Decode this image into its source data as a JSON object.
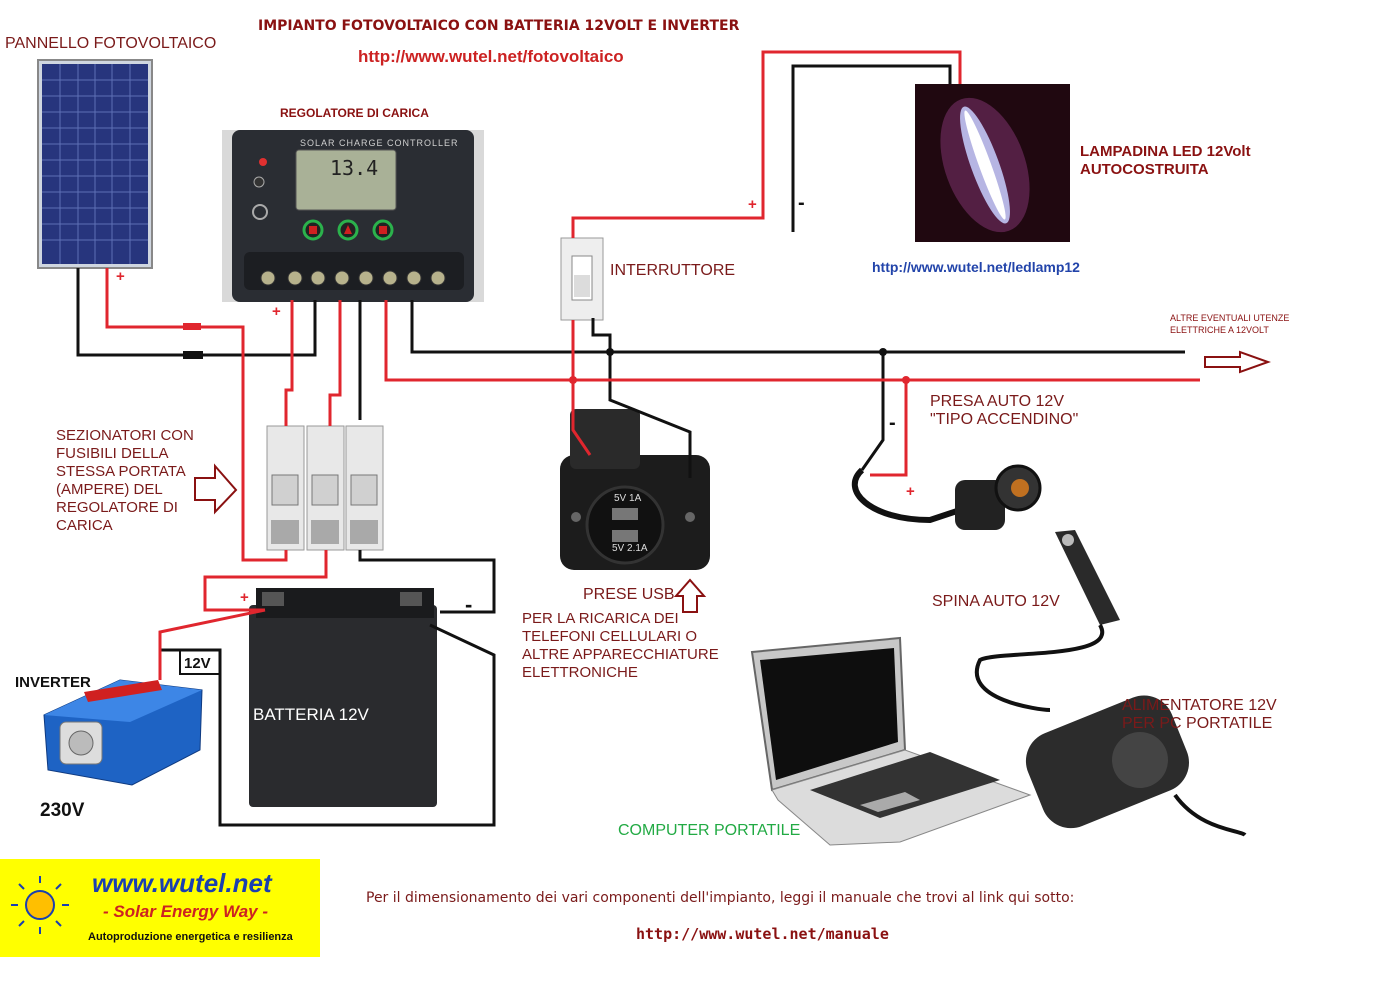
{
  "title": "IMPIANTO FOTOVOLTAICO CON BATTERIA 12VOLT E INVERTER",
  "title_url": "http://www.wutel.net/fotovoltaico",
  "labels": {
    "panel": "PANNELLO FOTOVOLTAICO",
    "regulator": "REGOLATORE DI CARICA",
    "regulator_display": "SOLAR CHARGE CONTROLLER",
    "regulator_reading": "13.4",
    "led_lamp_line1": "LAMPADINA LED 12Volt",
    "led_lamp_line2": "AUTOCOSTRUITA",
    "led_url": "http://www.wutel.net/ledlamp12",
    "switch": "INTERRUTTORE",
    "other_loads_line1": "ALTRE EVENTUALI UTENZE",
    "other_loads_line2": "ELETTRICHE A 12VOLT",
    "disconnectors_line1": "SEZIONATORI CON",
    "disconnectors_line2": "FUSIBILI DELLA",
    "disconnectors_line3": "STESSA PORTATA",
    "disconnectors_line4": "(AMPERE) DEL",
    "disconnectors_line5": "REGOLATORE DI",
    "disconnectors_line6": "CARICA",
    "car_socket_line1": "PRESA AUTO 12V",
    "car_socket_line2": "\"TIPO ACCENDINO\"",
    "car_plug": "SPINA AUTO 12V",
    "usb": "PRESE USB",
    "usb_desc_line1": "PER LA RICARICA DEI",
    "usb_desc_line2": "TELEFONI CELLULARI O",
    "usb_desc_line3": "ALTRE APPARECCHIATURE",
    "usb_desc_line4": "ELETTRONICHE",
    "usb_port1": "5V   1A",
    "usb_port2": "5V  2.1A",
    "battery": "BATTERIA 12V",
    "inverter": "INVERTER",
    "inverter_in": "12V",
    "inverter_out": "230V",
    "laptop_psu_line1": "ALIMENTATORE 12V",
    "laptop_psu_line2": "PER PC PORTATILE",
    "laptop": "COMPUTER PORTATILE",
    "plus": "+",
    "minus": "-"
  },
  "footer": {
    "brand": "www.wutel.net",
    "tagline": "- Solar Energy Way -",
    "subline": "Autoproduzione energetica e resilienza",
    "note": "Per il dimensionamento dei vari componenti dell'impianto, leggi il manuale che trovi al link qui sotto:",
    "manual_url": "http://www.wutel.net/manuale"
  },
  "colors": {
    "positive_wire": "#e0262e",
    "negative_wire": "#111111",
    "title": "#8a1111",
    "url_red": "#cc2222",
    "url_blue": "#2244aa",
    "laptop_label": "#22aa44",
    "brand_bg": "#ffff00",
    "brand_blue": "#1a3fb0"
  }
}
